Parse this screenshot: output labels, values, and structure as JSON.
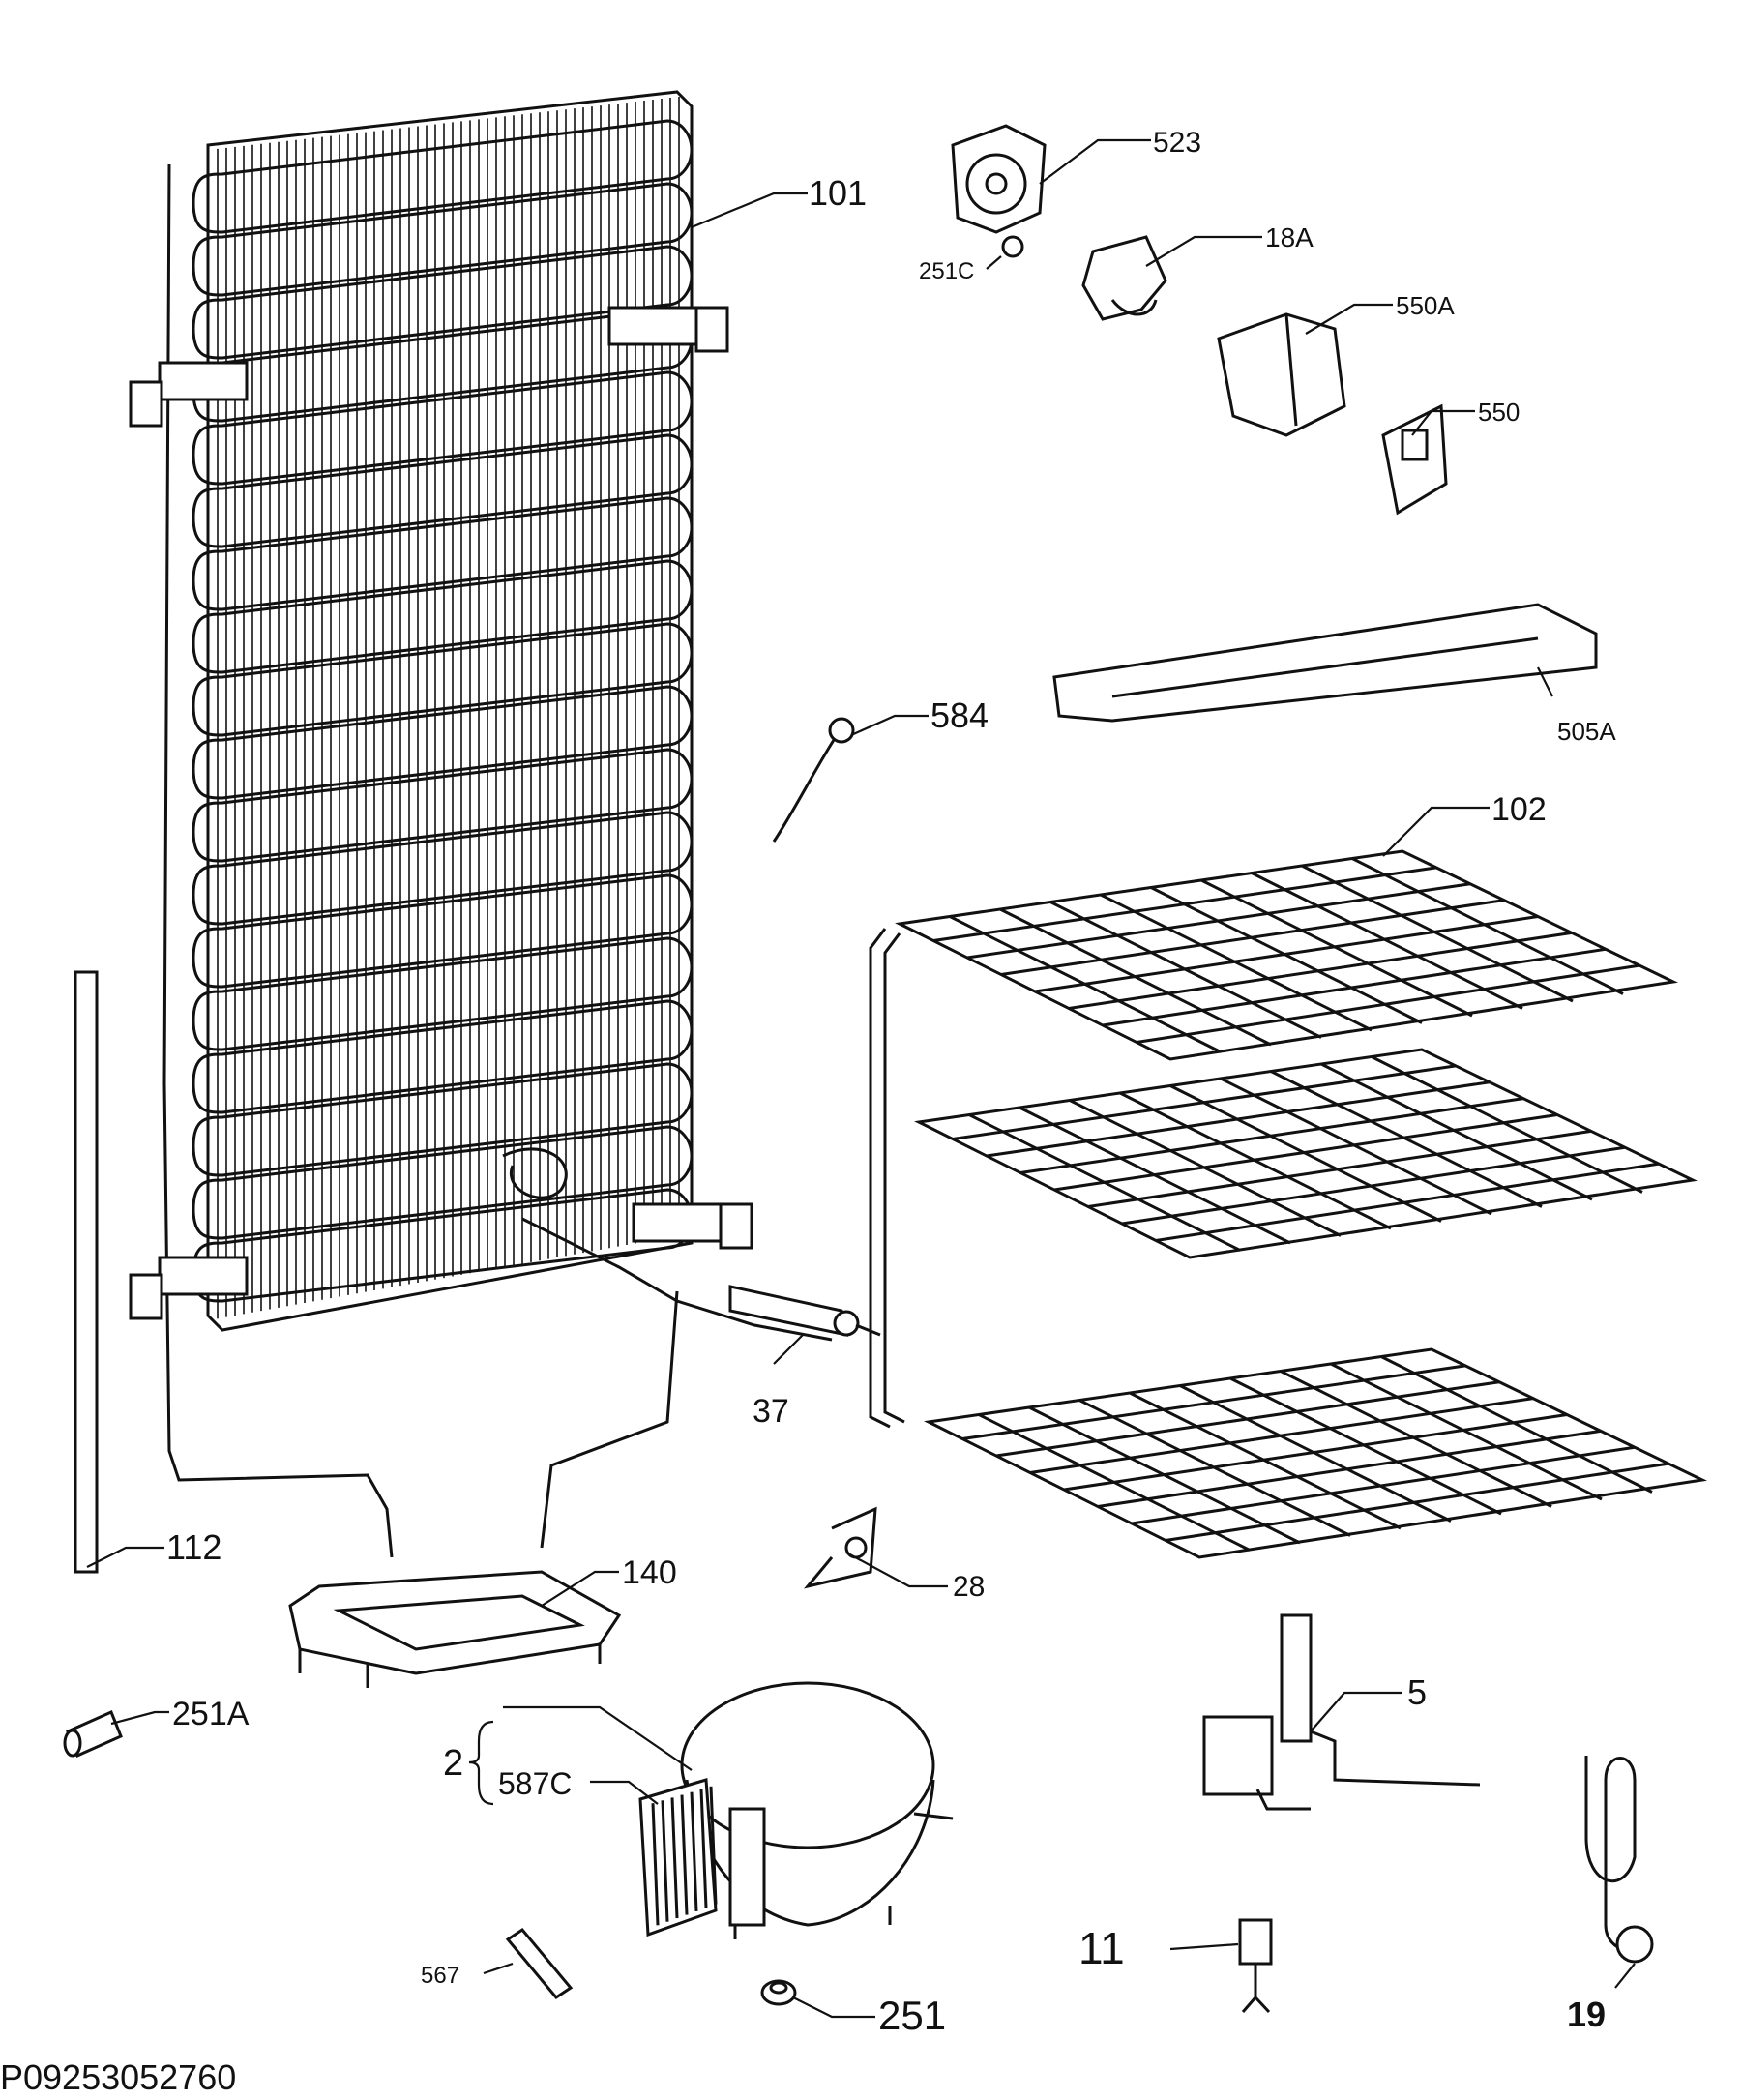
{
  "labels": {
    "l101": "101",
    "l523": "523",
    "l251c": "251C",
    "l18a": "18A",
    "l550a": "550A",
    "l550": "550",
    "l505a": "505A",
    "l584": "584",
    "l102": "102",
    "l37": "37",
    "l112": "112",
    "l140": "140",
    "l28": "28",
    "l251a": "251A",
    "l2": "2",
    "l587c": "587C",
    "l5": "5",
    "l567": "567",
    "l251": "251",
    "l11": "11",
    "l19": "19"
  },
  "drawing_code": "P09253052760",
  "colors": {
    "ink": "#111111",
    "background": "#ffffff"
  }
}
